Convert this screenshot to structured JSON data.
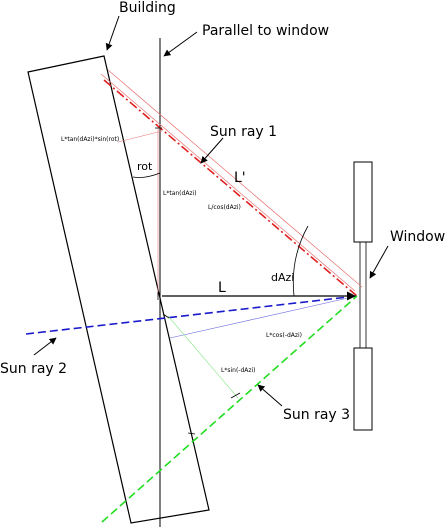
{
  "labels": {
    "building": "Building",
    "parallel_to_window": "Parallel to window",
    "window": "Window",
    "sun_ray_1": "Sun ray 1",
    "sun_ray_2": "Sun ray 2",
    "sun_ray_3": "Sun ray 3",
    "l_prime": "L'",
    "l": "L",
    "rot": "rot",
    "dazi": "dAzi",
    "l_tan_dazi_sin_rot": "L*tan(dAzi)*sin(rot)",
    "l_tan_dazi": "L*tan(dAzi)",
    "l_cos_dazi": "L/cos(dAzi)",
    "l_cos_neg_dazi": "L*cos(-dAzi)",
    "l_sin_neg_dazi": "L*sin(-dAzi)"
  },
  "colors": {
    "line": "#000000",
    "sun_ray_1": "#e02020",
    "sun_ray_1_band": "#e87070",
    "sun_ray_2": "#1a1acc",
    "sun_ray_2_thin": "#6666dd",
    "sun_ray_3": "#22dd22",
    "sun_ray_3_thin": "#88e888"
  }
}
